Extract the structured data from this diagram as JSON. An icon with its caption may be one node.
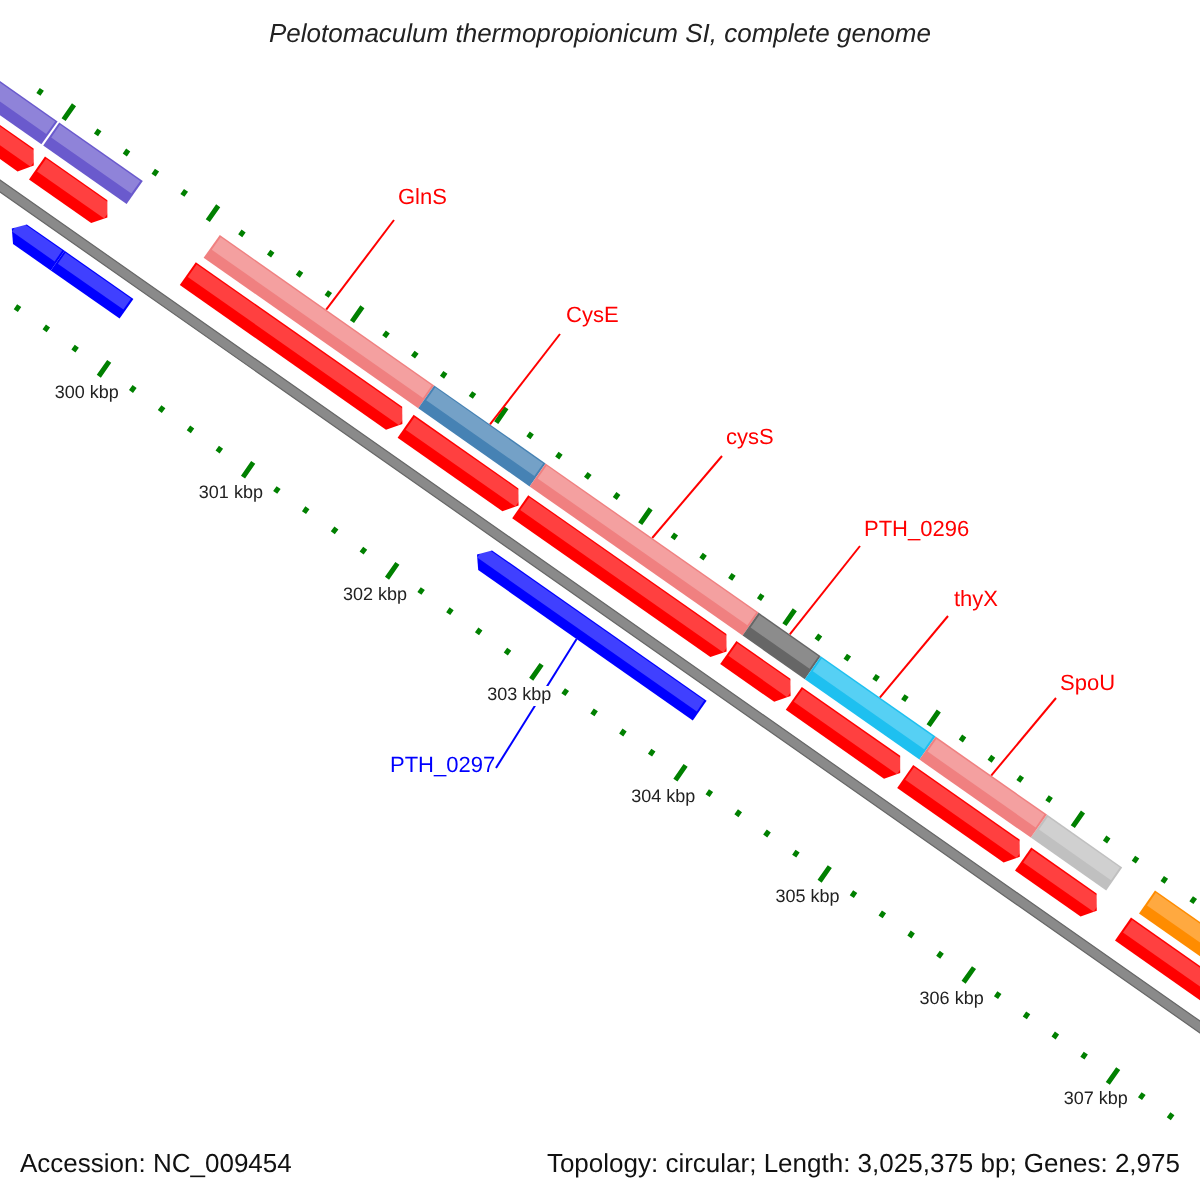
{
  "diagram": {
    "title": "Pelotomaculum thermopropionicum SI, complete genome",
    "nodes": [
      {
        "text": [
          "GlnS"
        ]
      },
      {
        "text": [],
        "shape": "bar"
      },
      {
        "text": [
          "CysE"
        ]
      },
      {
        "text": [],
        "shape": "bar"
      },
      {
        "text": [
          "cysS"
        ]
      },
      {
        "text": [],
        "shape": "bar"
      },
      {
        "text": [
          "PTH_0296"
        ]
      },
      {
        "text": [],
        "shape": "bar"
      },
      {
        "text": [
          "thyX"
        ]
      },
      {
        "text": [],
        "shape": "bar"
      },
      {
        "text": [
          "SpoU"
        ]
      },
      {
        "text": [],
        "shape": "bar"
      },
      {
        "text": [
          "PTH_0297"
        ]
      },
      {
        "text": [],
        "shape": "bar"
      }
    ],
    "edges": [
      {
        "from": 0,
        "to": 1,
        "arrow": "none"
      },
      {
        "from": 2,
        "to": 3,
        "arrow": "none"
      },
      {
        "from": 4,
        "to": 5,
        "arrow": "none"
      },
      {
        "from": 6,
        "to": 7,
        "arrow": "none"
      },
      {
        "from": 8,
        "to": 9,
        "arrow": "none"
      },
      {
        "from": 10,
        "to": 11,
        "arrow": "none"
      },
      {
        "from": 12,
        "to": 13,
        "arrow": "none",
        "color": "#0000ff"
      }
    ],
    "labels": [
      "300 kbp",
      "301 kbp",
      "302 kbp",
      "303 kbp",
      "304 kbp",
      "305 kbp",
      "306 kbp",
      "307 kbp",
      "Accession: NC_009454",
      "Topology: circular; Length: 3,025,375 bp; Genes: 2,975"
    ]
  }
}
